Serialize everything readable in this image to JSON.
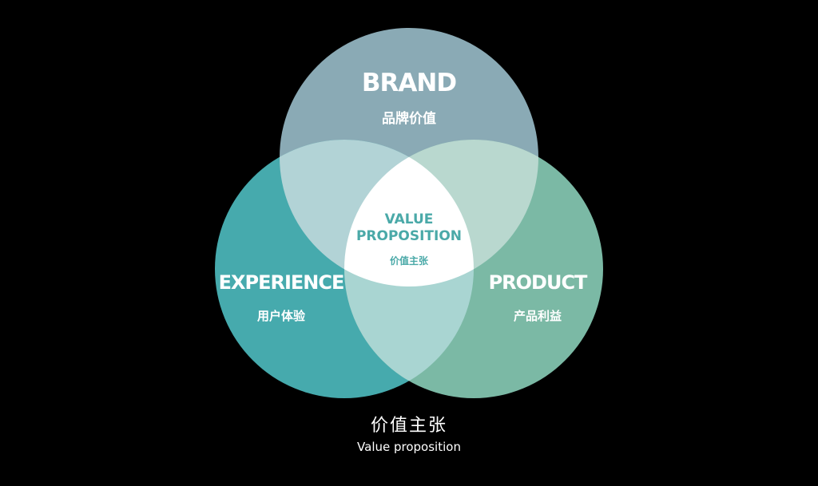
{
  "colors": {
    "background": "#000000",
    "brand": "#8aaab5",
    "experience": "#46aaad",
    "product": "#7bb9a5",
    "brand_experience": "#b2d3d6",
    "brand_product": "#b9d8cf",
    "experience_product": "#a9d5d2",
    "center": "#ffffff",
    "center_text": "#4aa9a8"
  },
  "circles": {
    "brand": {
      "title": "BRAND",
      "subtitle": "品牌价值"
    },
    "experience": {
      "title": "EXPERIENCE",
      "subtitle": "用户体验"
    },
    "product": {
      "title": "PRODUCT",
      "subtitle": "产品利益"
    }
  },
  "center": {
    "title_line1": "VALUE",
    "title_line2": "PROPOSITION",
    "subtitle": "价值主张"
  },
  "caption": {
    "chinese": "价值主张",
    "english": "Value proposition"
  }
}
